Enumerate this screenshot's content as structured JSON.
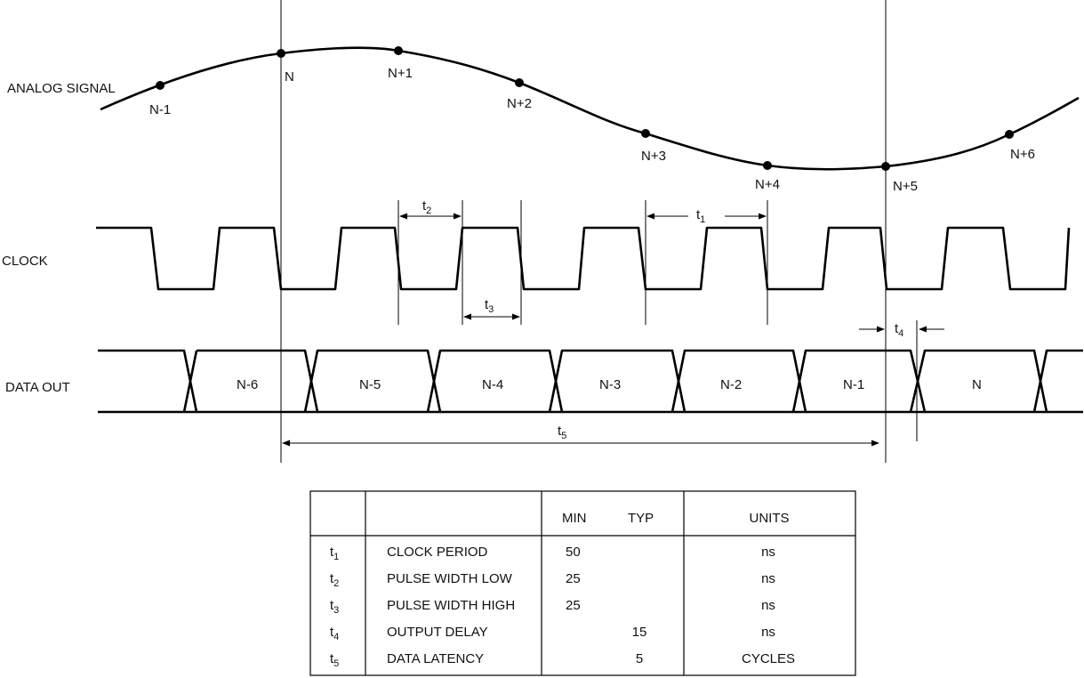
{
  "signal_labels": {
    "analog": "ANALOG SIGNAL",
    "clock": "CLOCK",
    "data_out": "DATA OUT"
  },
  "sample_points": [
    "N-1",
    "N",
    "N+1",
    "N+2",
    "N+3",
    "N+4",
    "N+5",
    "N+6"
  ],
  "data_words": [
    "N-6",
    "N-5",
    "N-4",
    "N-3",
    "N-2",
    "N-1",
    "N"
  ],
  "timing_markers": {
    "t1": {
      "base": "t",
      "sub": "1"
    },
    "t2": {
      "base": "t",
      "sub": "2"
    },
    "t3": {
      "base": "t",
      "sub": "3"
    },
    "t4": {
      "base": "t",
      "sub": "4"
    },
    "t5": {
      "base": "t",
      "sub": "5"
    }
  },
  "spec_table": {
    "headers": {
      "symbol": "",
      "parameter": "",
      "min": "MIN",
      "typ": "TYP",
      "units": "UNITS"
    },
    "rows": [
      {
        "sym_base": "t",
        "sym_sub": "1",
        "parameter": "CLOCK PERIOD",
        "min": "50",
        "typ": "",
        "units": "ns"
      },
      {
        "sym_base": "t",
        "sym_sub": "2",
        "parameter": "PULSE WIDTH LOW",
        "min": "25",
        "typ": "",
        "units": "ns"
      },
      {
        "sym_base": "t",
        "sym_sub": "3",
        "parameter": "PULSE WIDTH HIGH",
        "min": "25",
        "typ": "",
        "units": "ns"
      },
      {
        "sym_base": "t",
        "sym_sub": "4",
        "parameter": "OUTPUT DELAY",
        "min": "",
        "typ": "15",
        "units": "ns"
      },
      {
        "sym_base": "t",
        "sym_sub": "5",
        "parameter": "DATA LATENCY",
        "min": "",
        "typ": "5",
        "units": "CYCLES"
      }
    ]
  }
}
